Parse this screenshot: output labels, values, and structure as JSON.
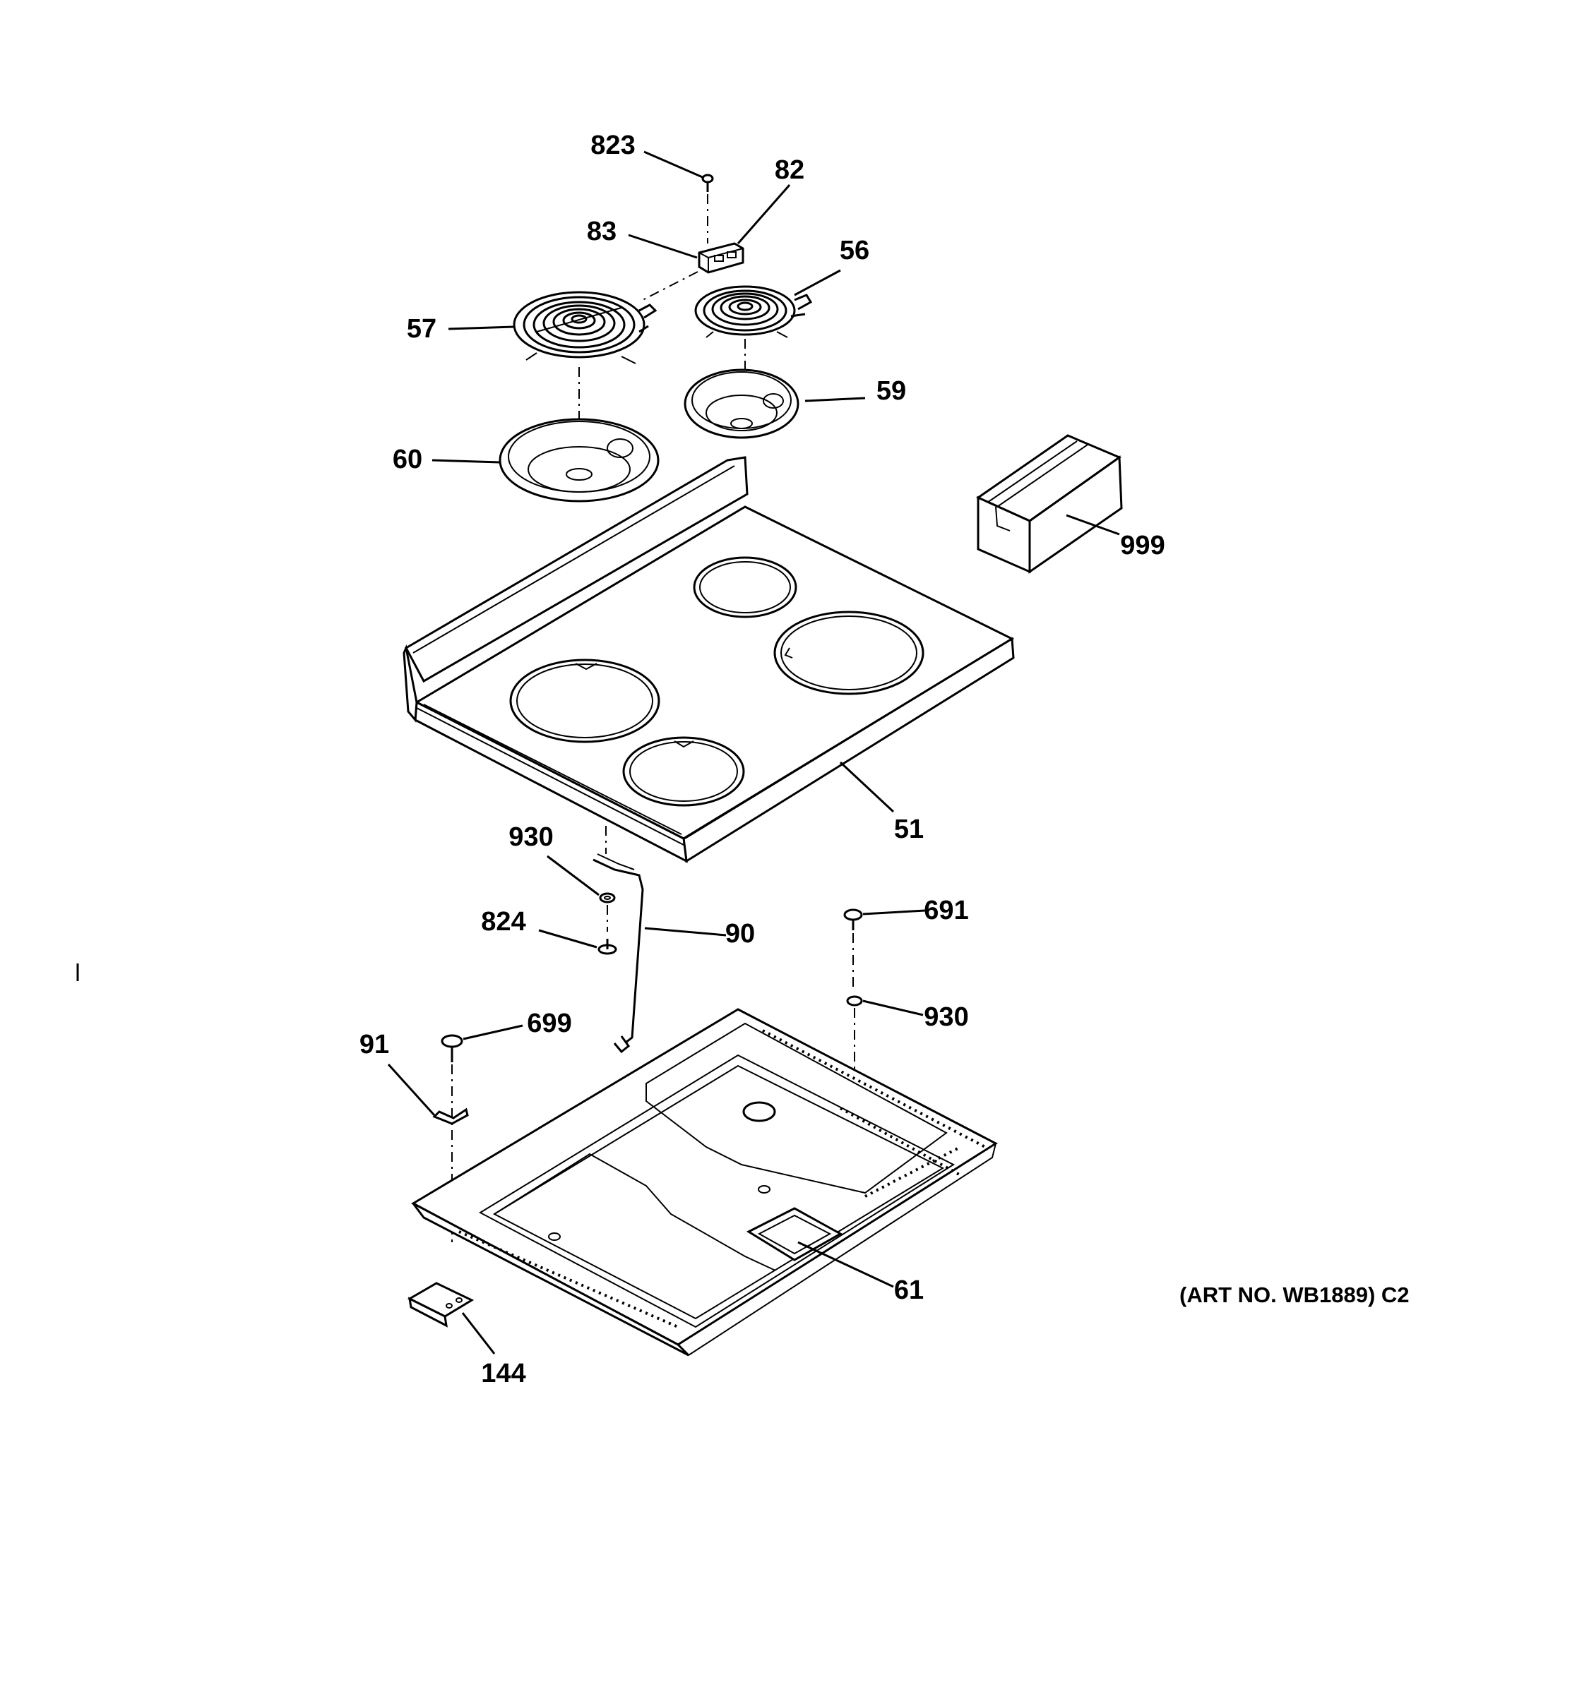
{
  "diagram": {
    "art_number": "(ART NO. WB1889) C2",
    "callouts": {
      "c823": "823",
      "c82": "82",
      "c83": "83",
      "c56": "56",
      "c57": "57",
      "c59": "59",
      "c60": "60",
      "c999": "999",
      "c51": "51",
      "c930a": "930",
      "c824": "824",
      "c90": "90",
      "c691": "691",
      "c930b": "930",
      "c91": "91",
      "c699": "699",
      "c61": "61",
      "c144": "144"
    }
  }
}
